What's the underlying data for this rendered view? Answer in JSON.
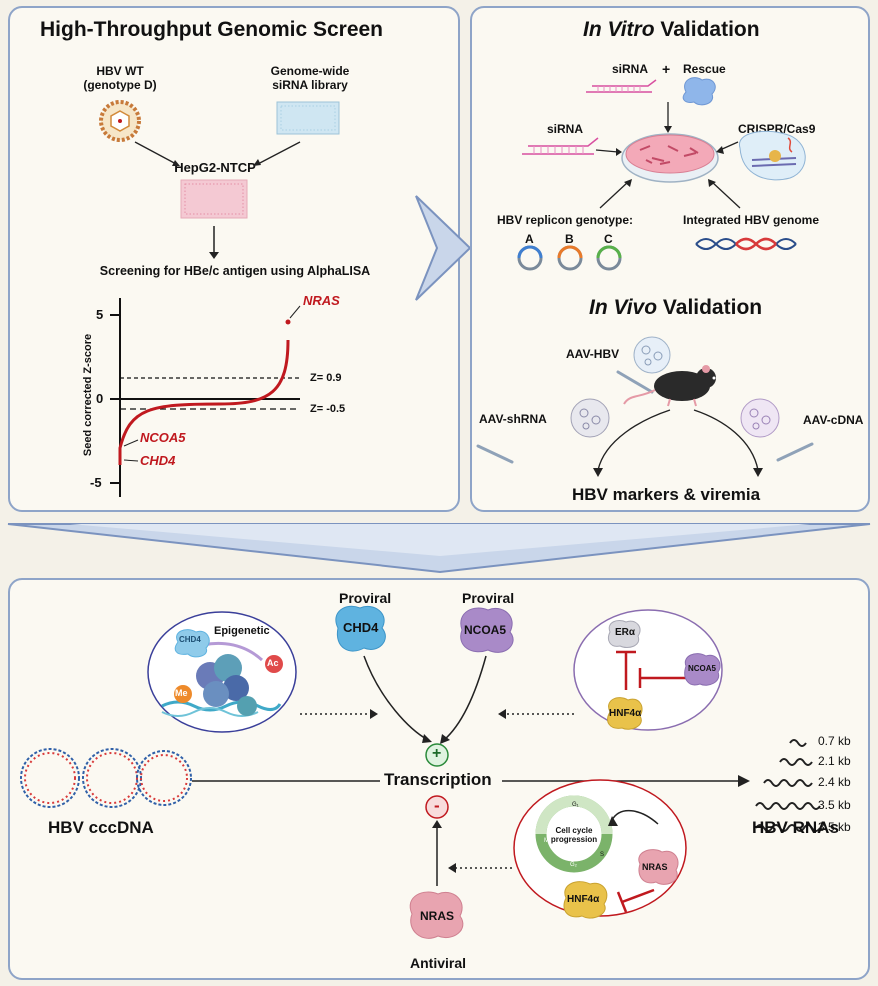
{
  "screen": {
    "title": "High-Throughput Genomic Screen",
    "hbv_wt_line1": "HBV WT",
    "hbv_wt_line2": "(genotype D)",
    "library_line1": "Genome-wide",
    "library_line2": "siRNA library",
    "cell_line": "HepG2-NTCP",
    "screening": "Screening for HBe/c antigen using AlphaLISA",
    "ylabel": "Seed corrected Z-score",
    "tick_5": "5",
    "tick_0": "0",
    "tick_m5": "-5",
    "z_high": "Z= 0.9",
    "z_low": "Z= -0.5",
    "hit_nras": "NRAS",
    "hit_ncoa5": "NCOA5",
    "hit_chd4": "CHD4"
  },
  "invitro": {
    "title_italic": "In Vitro",
    "title_rest": " Validation",
    "sirna_top": "siRNA",
    "plus": "+",
    "rescue": "Rescue",
    "sirna_left": "siRNA",
    "crispr": "CRISPR/Cas9",
    "replicon": "HBV replicon genotype:",
    "geno_a": "A",
    "geno_b": "B",
    "geno_c": "C",
    "integrated": "Integrated HBV genome"
  },
  "invivo": {
    "title_italic": "In Vivo",
    "title_rest": " Validation",
    "aav_hbv": "AAV-HBV",
    "aav_shrna": "AAV-shRNA",
    "aav_cdna": "AAV-cDNA",
    "outcome": "HBV markers & viremia"
  },
  "mechanism": {
    "epigenetic": "Epigenetic",
    "chd4_small": "CHD4",
    "ac": "Ac",
    "me": "Me",
    "proviral_1": "Proviral",
    "proviral_2": "Proviral",
    "chd4": "CHD4",
    "ncoa5": "NCOA5",
    "er_alpha": "ERα",
    "ncoa5_small": "NCOA5",
    "hnf4a_top": "HNF4α",
    "plus_sign": "+",
    "minus_sign": "-",
    "transcription": "Transcription",
    "cccdna": "HBV cccDNA",
    "rnas": "HBV RNAs",
    "rna_sizes": [
      "0.7 kb",
      "2.1 kb",
      "2.4 kb",
      "3.5 kb",
      "3.5 kb"
    ],
    "cell_cycle_line1": "Cell cycle",
    "cell_cycle_line2": "progression",
    "phase_g1": "G₁",
    "phase_s": "S",
    "phase_g2": "G₂",
    "phase_m": "M",
    "nras_small": "NRAS",
    "hnf4a_bottom": "HNF4α",
    "nras": "NRAS",
    "antiviral": "Antiviral"
  },
  "colors": {
    "panel_border": "#8ea4c8",
    "hit_red": "#c0191f",
    "chd4_blue": "#5fb3e0",
    "ncoa5_purple": "#a98ac8",
    "nras_pink": "#e8a4b0",
    "hnf4a_yellow": "#e9c24a"
  }
}
